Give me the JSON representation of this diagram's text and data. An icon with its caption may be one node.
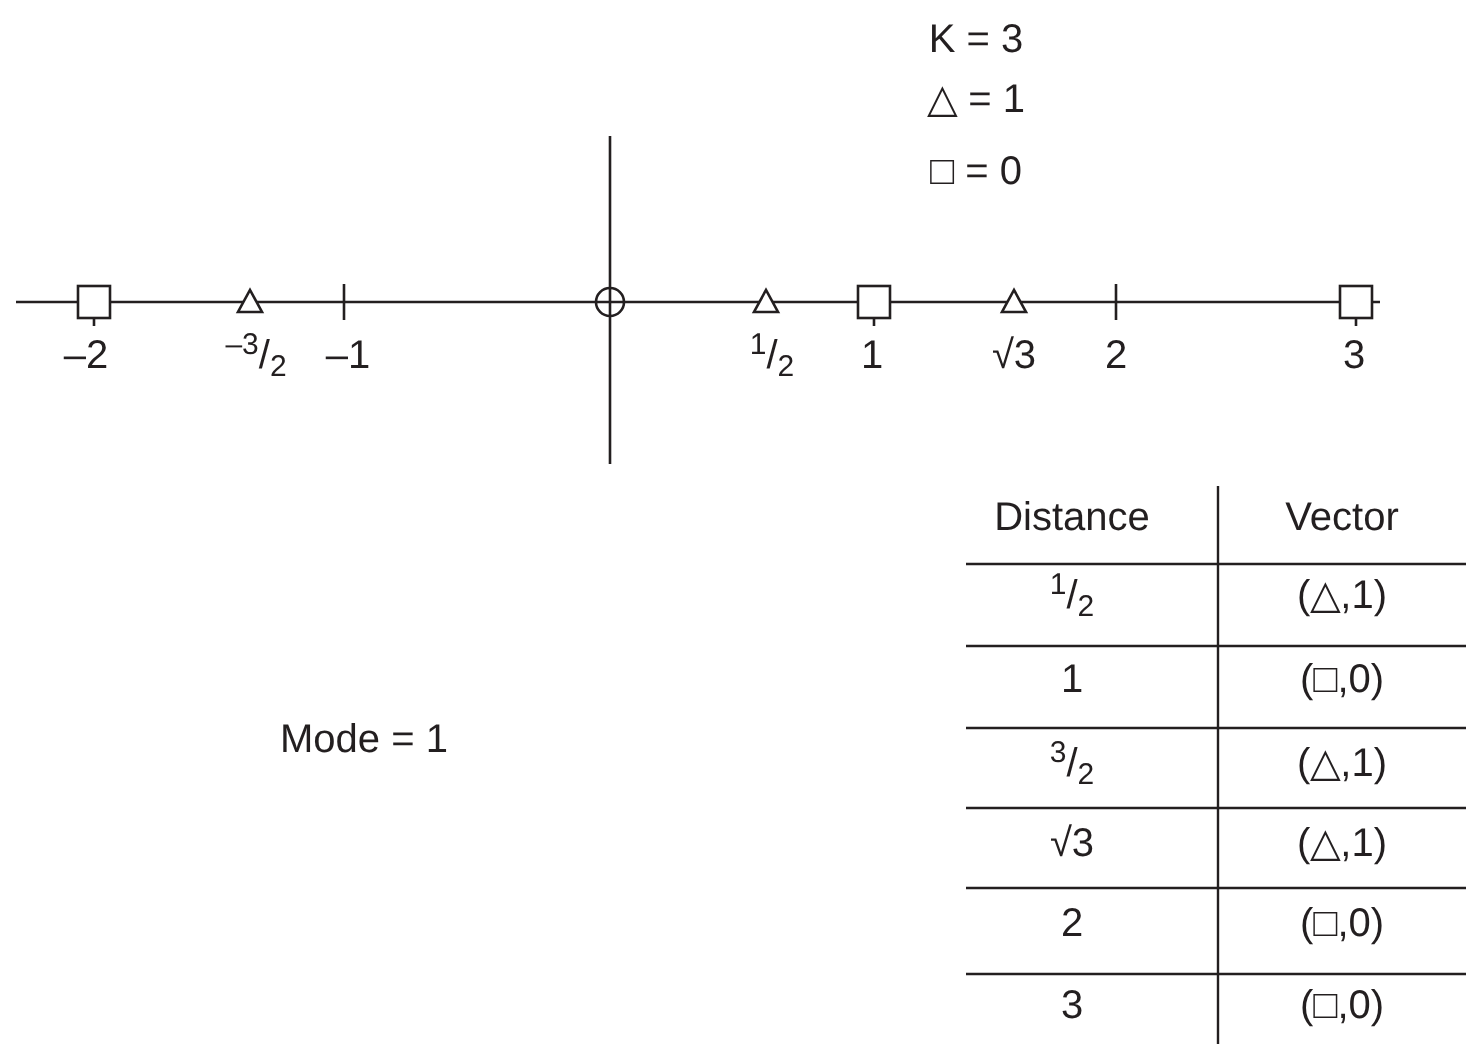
{
  "diagram": {
    "labels": [
      "K = 3",
      "△ = 1",
      "□ = 0",
      "–2",
      "$^{–3}$/$_{2}$",
      "–1",
      "$^{1}$/$_{2}$",
      "1",
      "√3",
      "2",
      "3",
      "Mode = 1",
      "Distance",
      "Vector",
      "$^{1}$/$_{2}$",
      "(△,1)",
      "1",
      "(□,0)",
      "$^{3}$/$_{2}$",
      "(△,1)",
      "√3",
      "(△,1)",
      "2",
      "(□,0)",
      "3",
      "(□,0)"
    ]
  }
}
